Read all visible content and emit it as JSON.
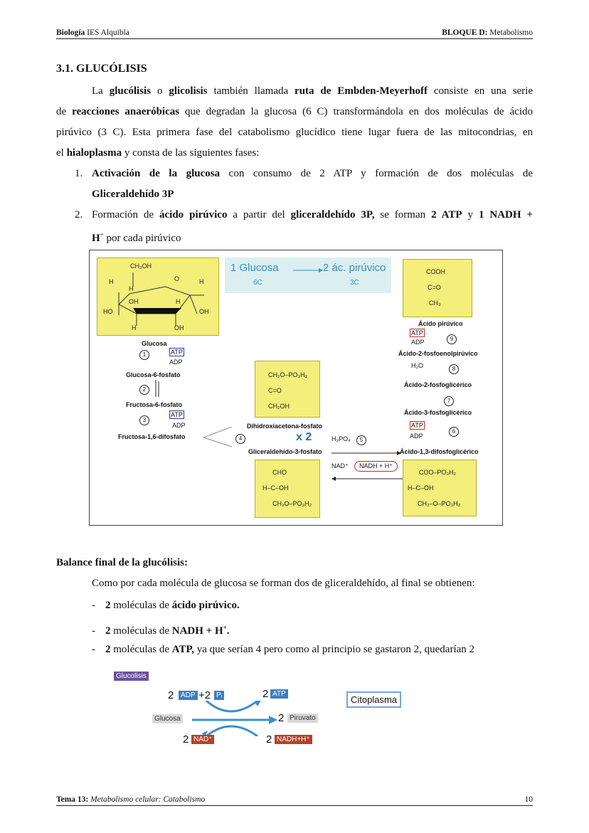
{
  "header": {
    "left_bold": "Biología",
    "left_rest": " IES Alquibla",
    "right_bold": "BLOQUE D:",
    "right_rest": " Metabolismo"
  },
  "section_title": "3.1. GLUCÓLISIS",
  "intro": {
    "l1a": "La ",
    "l1b": "glucólisis",
    "l1c": " o ",
    "l1d": "glicolisis",
    "l1e": " también llamada ",
    "l1f": "ruta de Embden-Meyerhoff",
    "l1g": " consiste en una serie",
    "l2a": "de ",
    "l2b": "reacciones anaeróbicas",
    "l2c": " que degradan la glucosa (6 C) transformándola en dos moléculas de ácido",
    "l3": "pirúvico (3 C). Esta primera fase del catabolismo glucídico tiene lugar fuera de las mitocondrias, en",
    "l4a": "el ",
    "l4b": "hialoplasma",
    "l4c": " y consta de las siguientes fases:"
  },
  "phases": [
    {
      "num": "1.",
      "l1a": "Activación de la glucosa",
      "l1b": " con consumo de 2 ATP y formación de dos moléculas de",
      "l2": "Gliceraldehído 3P"
    },
    {
      "num": "2.",
      "a": "Formación de ",
      "b": "ácido pirúvico",
      "c": " a partir del ",
      "d": "gliceraldehído 3P,",
      "e": " se forman ",
      "f": "2 ATP",
      "g": " y ",
      "h": "1 NADH +",
      "l2a": "H",
      "l2sup": "+",
      "l2b": " por cada pirúvico"
    }
  ],
  "figure": {
    "summary": {
      "glucosa": "1 Glucosa",
      "piruvico": "2 ác. pirúvico",
      "c6": "6C",
      "c3": "3C"
    },
    "glucose_struct": {
      "ch2oh": "CH₂OH",
      "h": "H",
      "o": "O",
      "oh": "OH",
      "ho": "HO"
    },
    "left_labels": [
      "Glucosa",
      "Glucosa-6-fosfato",
      "Fructosa-6-fosfato",
      "Fructosa-1,6-difosfato"
    ],
    "atp": "ATP",
    "adp": "ADP",
    "steps": [
      "1",
      "2",
      "3",
      "4",
      "5",
      "6",
      "7",
      "8",
      "9"
    ],
    "dhap": {
      "name": "Dihidroxiacetona-fosfato",
      "l1": "CH₂O–PO₃H₂",
      "l2": "C=O",
      "l3": "CH₂OH"
    },
    "x2": "x 2",
    "g3p": {
      "name": "Gliceraldehído-3-fosfato",
      "l1": "CHO",
      "l2": "H–C–OH",
      "l3": "CH₂O–PO₃H₂"
    },
    "h3po4": "H₃PO₄",
    "nad": "NAD⁺",
    "nadh": "NADH + H⁺",
    "right_labels": [
      "Ácido pirúvico",
      "Ácido-2-fosfoenolpirúvico",
      "Ácido-2-fosfoglicérico",
      "Ácido-3-fosfoglicérico",
      "Ácido-1,3-difosfoglicérico"
    ],
    "h2o": "H₂O",
    "pyruvate_struct": {
      "l1": "COOH",
      "l2": "C=O",
      "l3": "CH₃"
    },
    "bpg_struct": {
      "l1": "COO–PO₃H₂",
      "l2": "H–C–OH",
      "l3": "CH₂–O–PO₃H₂"
    }
  },
  "balance": {
    "title": "Balance final de la glucólisis:",
    "intro": "Como por cada molécula de glucosa se forman dos de gliceraldehído, al final se obtienen:",
    "items": [
      {
        "dash": "-",
        "a": "2",
        "b": " moléculas de ",
        "c": "ácido pirúvico."
      },
      {
        "dash": "-",
        "a": "2",
        "b": " moléculas de ",
        "c": "NADH + H",
        "sup": "+",
        "d": "."
      },
      {
        "dash": "-",
        "a": "2",
        "b": " moléculas de ",
        "c": "ATP,",
        "d": " ya que serían 4 pero como al principio se gastaron 2, quedarían 2"
      }
    ]
  },
  "diagram2": {
    "badge": "Glucolisis",
    "adp_count": "2",
    "adp": "ADP",
    "plus": "+2",
    "pi": "Pᵢ",
    "atp_count": "2",
    "atp": "ATP",
    "glucosa": "Glucosa",
    "piruvato_count": "2",
    "piruvato": "Piruvato",
    "nad_count": "2",
    "nad": "NAD⁺",
    "nadh_count": "2",
    "nadh": "NADH+H⁺",
    "citoplasma": "Citoplasma",
    "colors": {
      "badge": "#6b4fa0",
      "blue": "#3b7fc4",
      "red": "#b5412b",
      "grey": "#d9d9d9",
      "arrow": "#3b8fd0"
    }
  },
  "footer": {
    "left_bold": "Tema 13:",
    "left_rest": " Metabolismo celular: Catabolismo",
    "page": "10"
  }
}
